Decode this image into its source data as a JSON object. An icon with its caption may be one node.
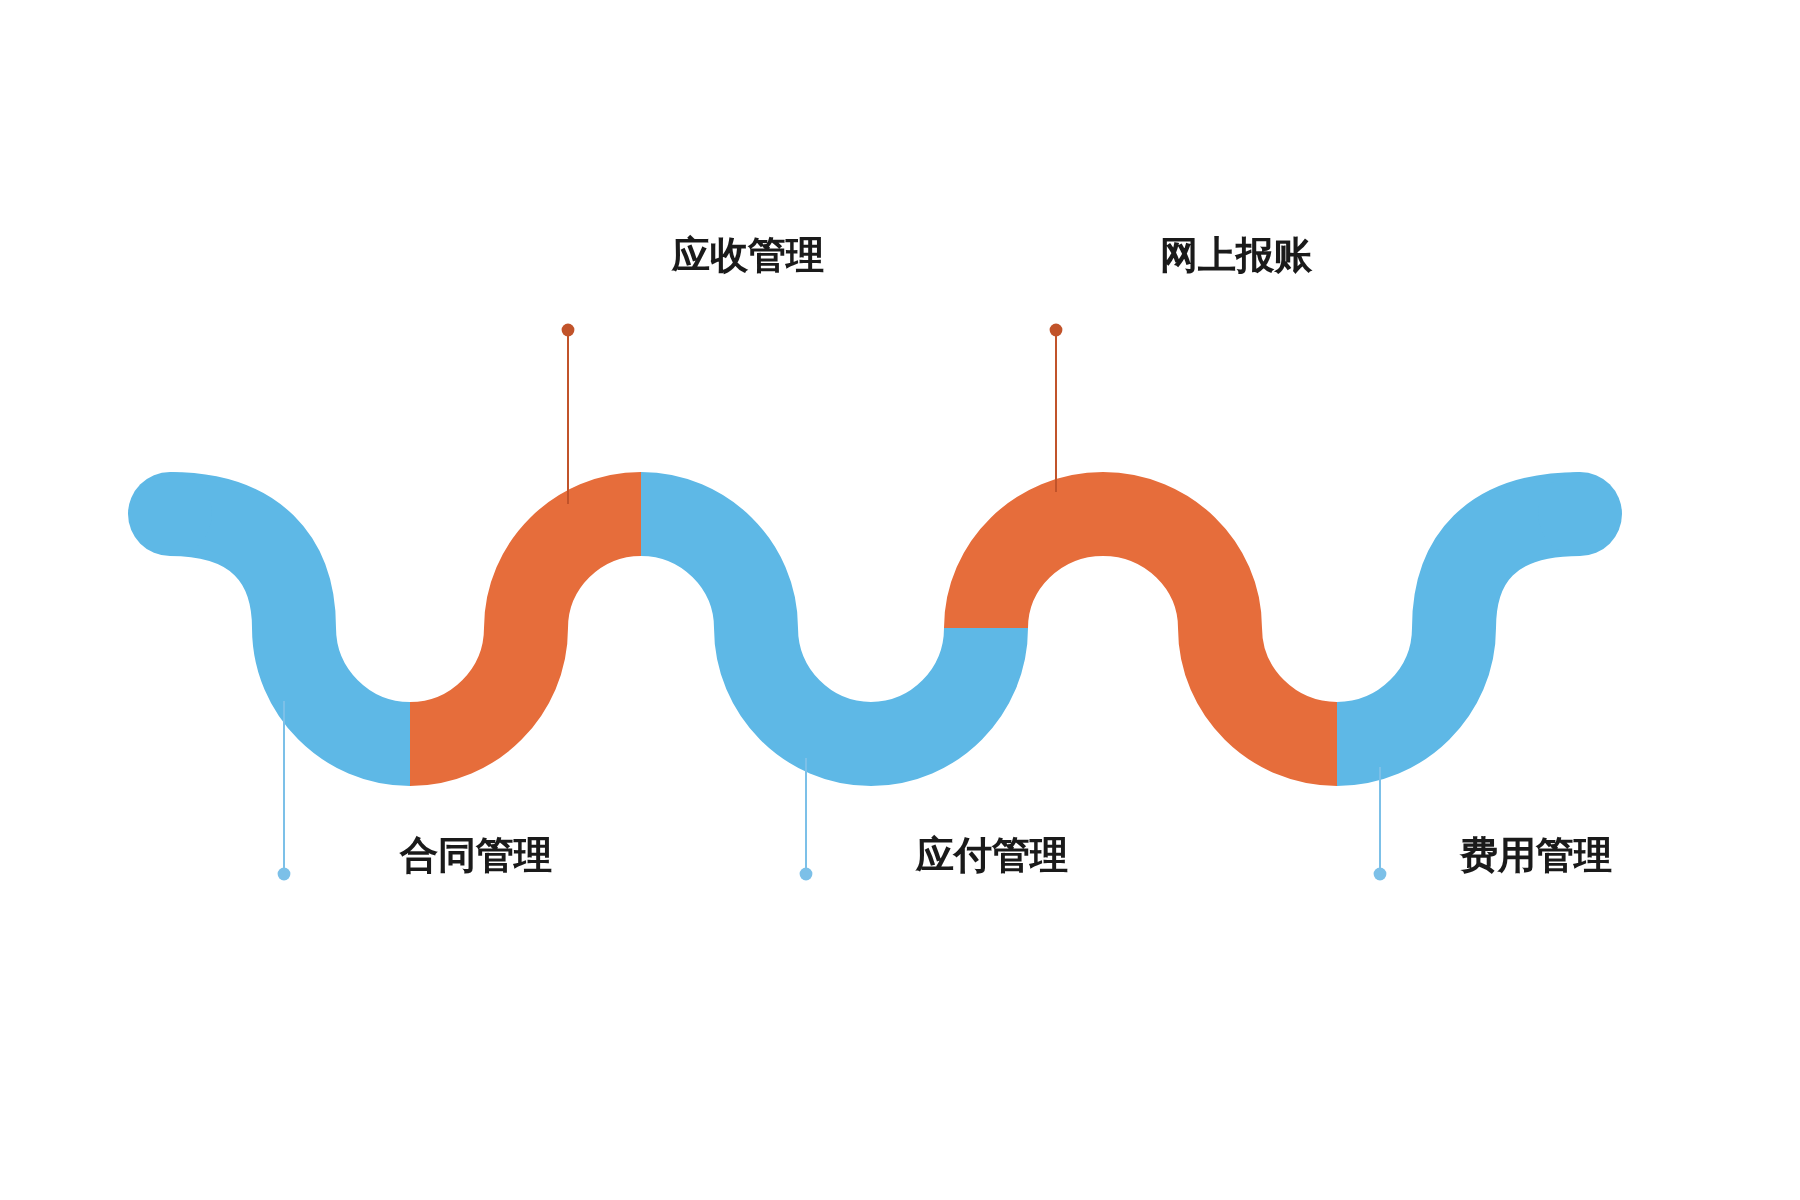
{
  "diagram": {
    "nodes": [
      {
        "text": [],
        "shape": "band"
      },
      {
        "text": [],
        "shape": "band"
      },
      {
        "text": [],
        "shape": "band"
      },
      {
        "text": [],
        "shape": "band"
      },
      {
        "text": [],
        "shape": "band"
      },
      {
        "text": [
          "应收管理"
        ]
      },
      {
        "text": [
          "网上报账"
        ]
      },
      {
        "text": [
          "合同管理"
        ]
      },
      {
        "text": [
          "应付管理"
        ]
      },
      {
        "text": [
          "费用管理"
        ]
      }
    ],
    "edges": [
      {
        "from": 5,
        "to": 1,
        "arrow": "other",
        "color": "#c1532a"
      },
      {
        "from": 6,
        "to": 3,
        "arrow": "other",
        "color": "#c1532a"
      },
      {
        "from": 7,
        "to": 0,
        "arrow": "other"
      },
      {
        "from": 8,
        "to": 2,
        "arrow": "other"
      },
      {
        "from": 9,
        "to": 4,
        "arrow": "other"
      }
    ]
  }
}
